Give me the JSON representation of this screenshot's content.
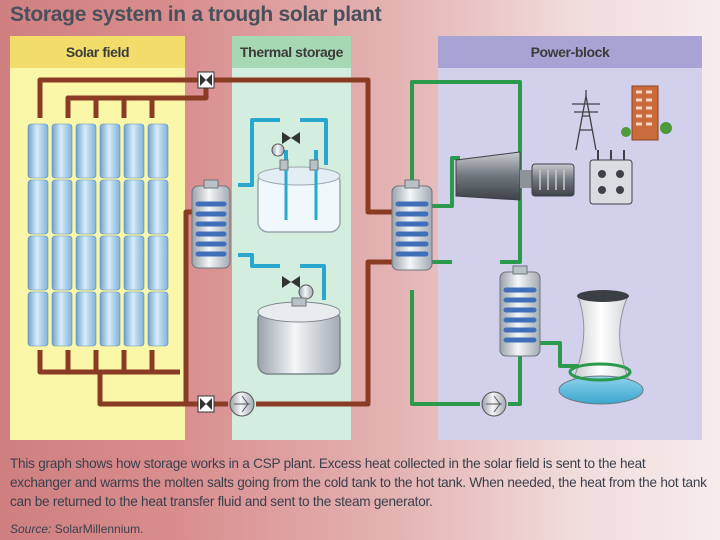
{
  "title": "Storage system in a trough solar plant",
  "panels": {
    "solar_field": "Solar field",
    "thermal_storage": "Thermal storage",
    "power_block": "Power-block"
  },
  "caption": "This graph shows how storage works in a CSP plant. Excess heat collected in the solar field is sent to the heat exchanger and warms the molten salts going from the cold tank to the hot tank. When needed, the heat from the hot tank can be returned to the heat transfer fluid and sent to the steam generator.",
  "source": {
    "label": "Source:",
    "text": "SolarMillennium."
  },
  "colors": {
    "htf_pipe": "#8a3b24",
    "salt_pipe": "#2aa7cf",
    "steam_pipe": "#2c9a4c",
    "solar_panel": "#f2dd6b",
    "thermal_panel": "#a6d9b3",
    "power_panel": "#a9a3d5"
  }
}
